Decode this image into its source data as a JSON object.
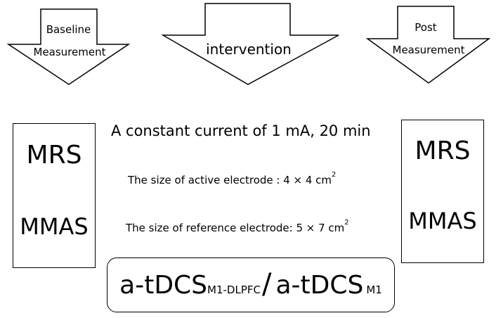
{
  "arrows": {
    "baseline": {
      "line1": "Baseline",
      "line2": "Measurement"
    },
    "intervention": {
      "label": "intervention"
    },
    "post": {
      "line1": "Post",
      "line2": "Measurement"
    }
  },
  "left_box": {
    "line1": "MRS",
    "line2": "MMAS"
  },
  "right_box": {
    "line1": "MRS",
    "line2": "MMAS"
  },
  "center": {
    "current": "A constant current of 1 mA, 20 min",
    "active_text": "The size of active electrode : 4 × 4 cm",
    "active_sup": "2",
    "reference_text": "The size of reference electrode: 5 × 7 cm",
    "reference_sup": "2"
  },
  "protocol": {
    "part1": "a-tDCS",
    "sub1": "M1-DLPFC",
    "slash": "/",
    "part2": "a-tDCS",
    "sub2": "M1"
  }
}
